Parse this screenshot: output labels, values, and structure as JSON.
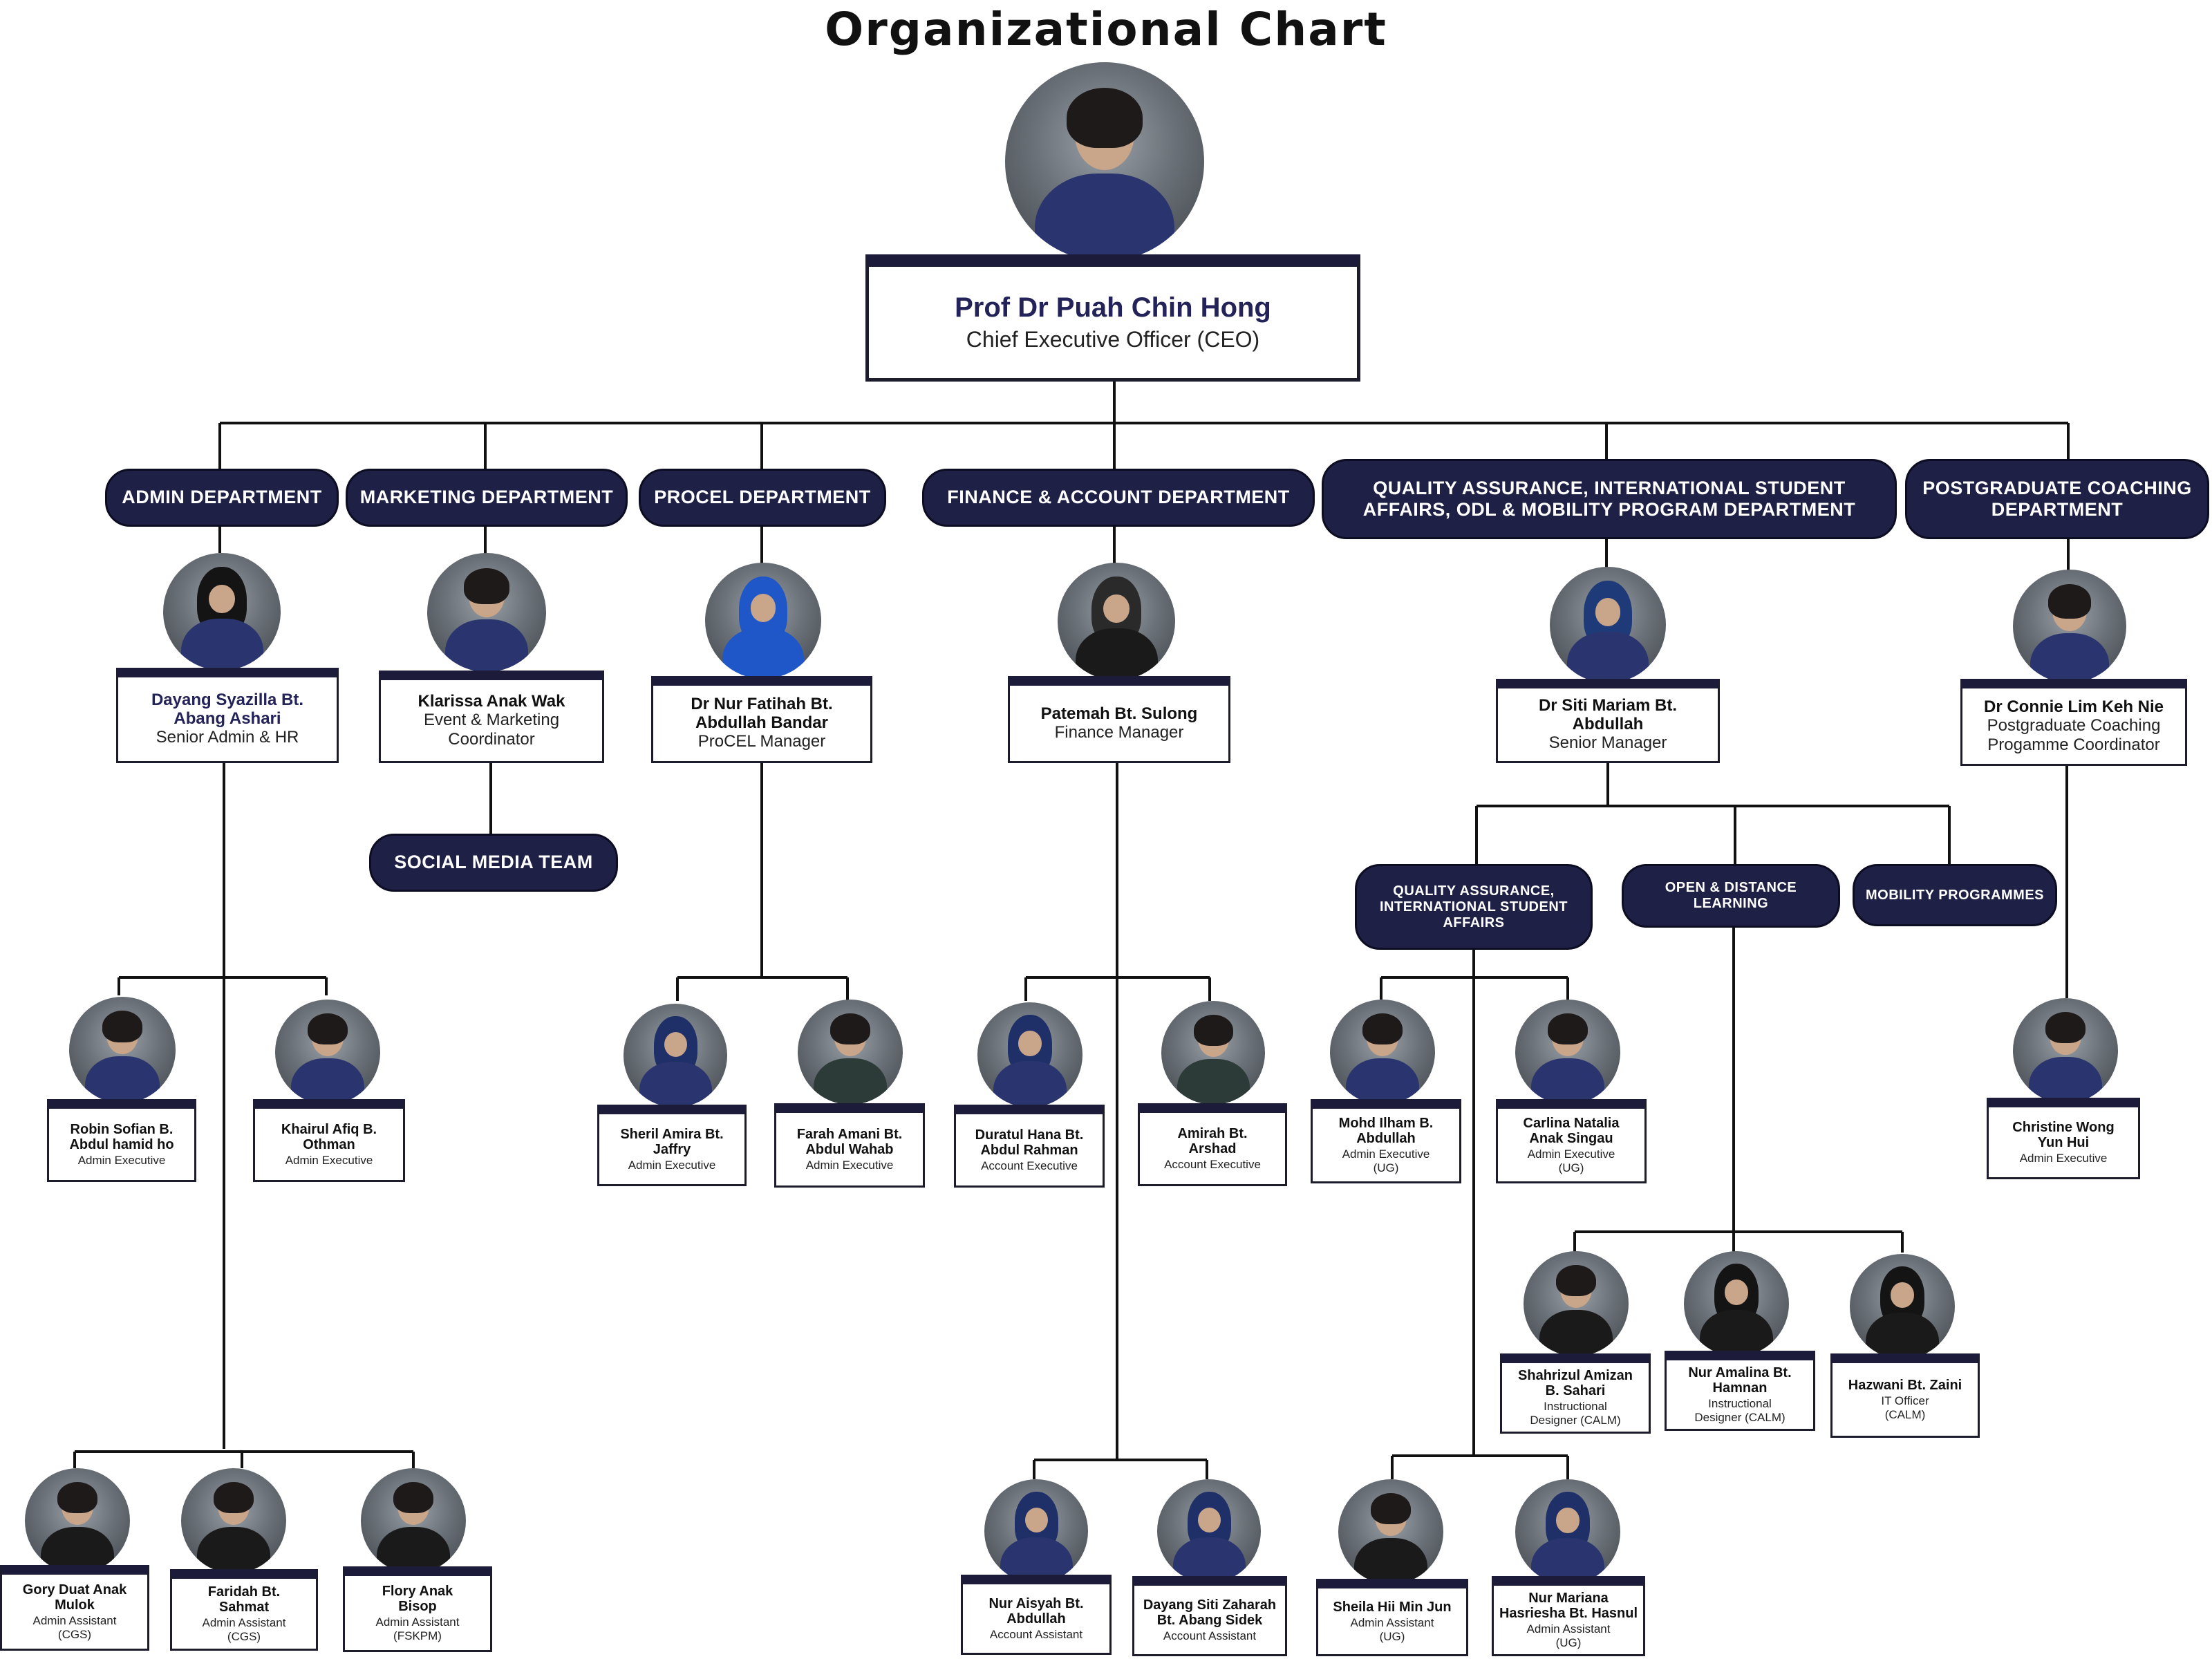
{
  "title": "Organizational Chart",
  "ceo": {
    "name": "Prof Dr Puah Chin Hong",
    "role": "Chief Executive Officer (CEO)"
  },
  "departments": {
    "admin": "ADMIN DEPARTMENT",
    "marketing": "MARKETING DEPARTMENT",
    "procel": "PROCEL DEPARTMENT",
    "finance": "FINANCE & ACCOUNT DEPARTMENT",
    "qa": "QUALITY ASSURANCE, INTERNATIONAL STUDENT AFFAIRS, ODL & MOBILITY PROGRAM DEPARTMENT",
    "postgrad": "POSTGRADUATE COACHING DEPARTMENT"
  },
  "social_media": "SOCIAL MEDIA TEAM",
  "qa_units": {
    "qa": "QUALITY ASSURANCE, INTERNATIONAL STUDENT AFFAIRS",
    "odl": "OPEN & DISTANCE LEARNING",
    "mobility": "MOBILITY PROGRAMMES"
  },
  "managers": {
    "admin": {
      "name": "Dayang Syazilla Bt. Abang Ashari",
      "role": "Senior Admin & HR"
    },
    "marketing": {
      "name": "Klarissa Anak Wak",
      "role": "Event & Marketing Coordinator"
    },
    "procel": {
      "name": "Dr Nur Fatihah Bt. Abdullah Bandar",
      "role": "ProCEL Manager"
    },
    "finance": {
      "name": "Patemah Bt. Sulong",
      "role": "Finance Manager"
    },
    "qa": {
      "name": "Dr Siti Mariam Bt. Abdullah",
      "role": "Senior Manager"
    },
    "postgrad": {
      "name": "Dr Connie Lim Keh Nie",
      "role": "Postgraduate Coaching Progamme Coordinator"
    }
  },
  "staff": {
    "robin": {
      "name": "Robin Sofian B. Abdul hamid ho",
      "role": "Admin Executive"
    },
    "khairul": {
      "name": "Khairul Afiq B. Othman",
      "role": "Admin Executive"
    },
    "gory": {
      "name": "Gory Duat Anak Mulok",
      "role": "Admin Assistant (CGS)"
    },
    "faridah": {
      "name": "Faridah Bt. Sahmat",
      "role": "Admin Assistant (CGS)"
    },
    "flory": {
      "name": "Flory Anak Bisop",
      "role": "Admin Assistant (FSKPM)"
    },
    "sheril": {
      "name": "Sheril Amira Bt. Jaffry",
      "role": "Admin Executive"
    },
    "farah": {
      "name": "Farah Amani Bt. Abdul Wahab",
      "role": "Admin Executive"
    },
    "duratul": {
      "name": "Duratul Hana Bt. Abdul Rahman",
      "role": "Account Executive"
    },
    "amirah": {
      "name": "Amirah Bt. Arshad",
      "role": "Account Executive"
    },
    "aisyah": {
      "name": "Nur Aisyah Bt. Abdullah",
      "role": "Account Assistant"
    },
    "dayang": {
      "name": "Dayang Siti Zaharah Bt. Abang Sidek",
      "role": "Account Assistant"
    },
    "ilham": {
      "name": "Mohd Ilham B. Abdullah",
      "role": "Admin Executive (UG)"
    },
    "carlina": {
      "name": "Carlina Natalia Anak Singau",
      "role": "Admin Executive (UG)"
    },
    "sheila": {
      "name": "Sheila Hii Min Jun",
      "role": "Admin Assistant (UG)"
    },
    "mariana": {
      "name": "Nur Mariana Hasriesha Bt. Hasnul",
      "role": "Admin Assistant (UG)"
    },
    "shahrizul": {
      "name": "Shahrizul Amizan B. Sahari",
      "role": "Instructional Designer (CALM)"
    },
    "amalina": {
      "name": "Nur Amalina Bt. Hamnan",
      "role": "Instructional Designer (CALM)"
    },
    "hazwani": {
      "name": "Hazwani Bt. Zaini",
      "role": "IT Officer (CALM)"
    },
    "christine": {
      "name": "Christine Wong Yun Hui",
      "role": "Admin Executive"
    }
  },
  "colors": {
    "navy": "#1e2045",
    "line": "#111111",
    "suit": "#2a3570"
  }
}
